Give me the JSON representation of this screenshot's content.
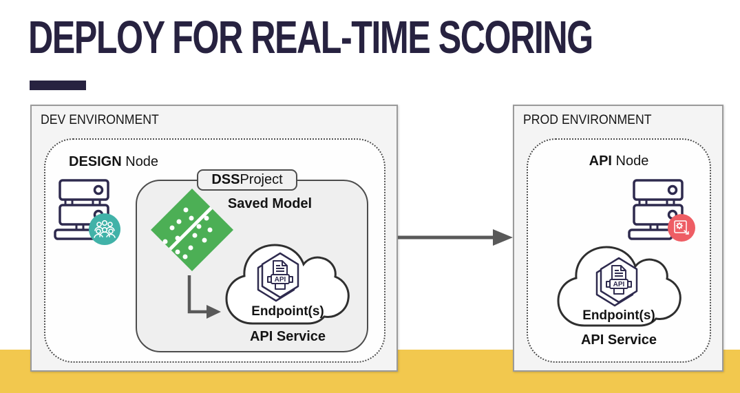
{
  "title": "DEPLOY FOR REAL-TIME SCORING",
  "colors": {
    "navy": "#272240",
    "icon_navy": "#2e2a4e",
    "yellow": "#f2c84e",
    "green": "#4caf55",
    "teal": "#41b2a8",
    "red": "#ee5d64",
    "arrow_gray": "#595959"
  },
  "dev": {
    "label": "DEV ENVIRONMENT",
    "node_label_bold": "DESIGN",
    "node_label_rest": " Node",
    "project_tab_bold": "DSS",
    "project_tab_rest": " Project",
    "saved_model_label": "Saved Model",
    "cloud": {
      "hexagon_label": "API",
      "endpoints_label": "Endpoint(s)"
    },
    "api_service_label": "API Service"
  },
  "prod": {
    "label": "PROD ENVIRONMENT",
    "node_label_bold": "API",
    "node_label_rest": " Node",
    "cloud": {
      "hexagon_label": "API",
      "endpoints_label": "Endpoint(s)"
    },
    "api_service_label": "API Service"
  }
}
